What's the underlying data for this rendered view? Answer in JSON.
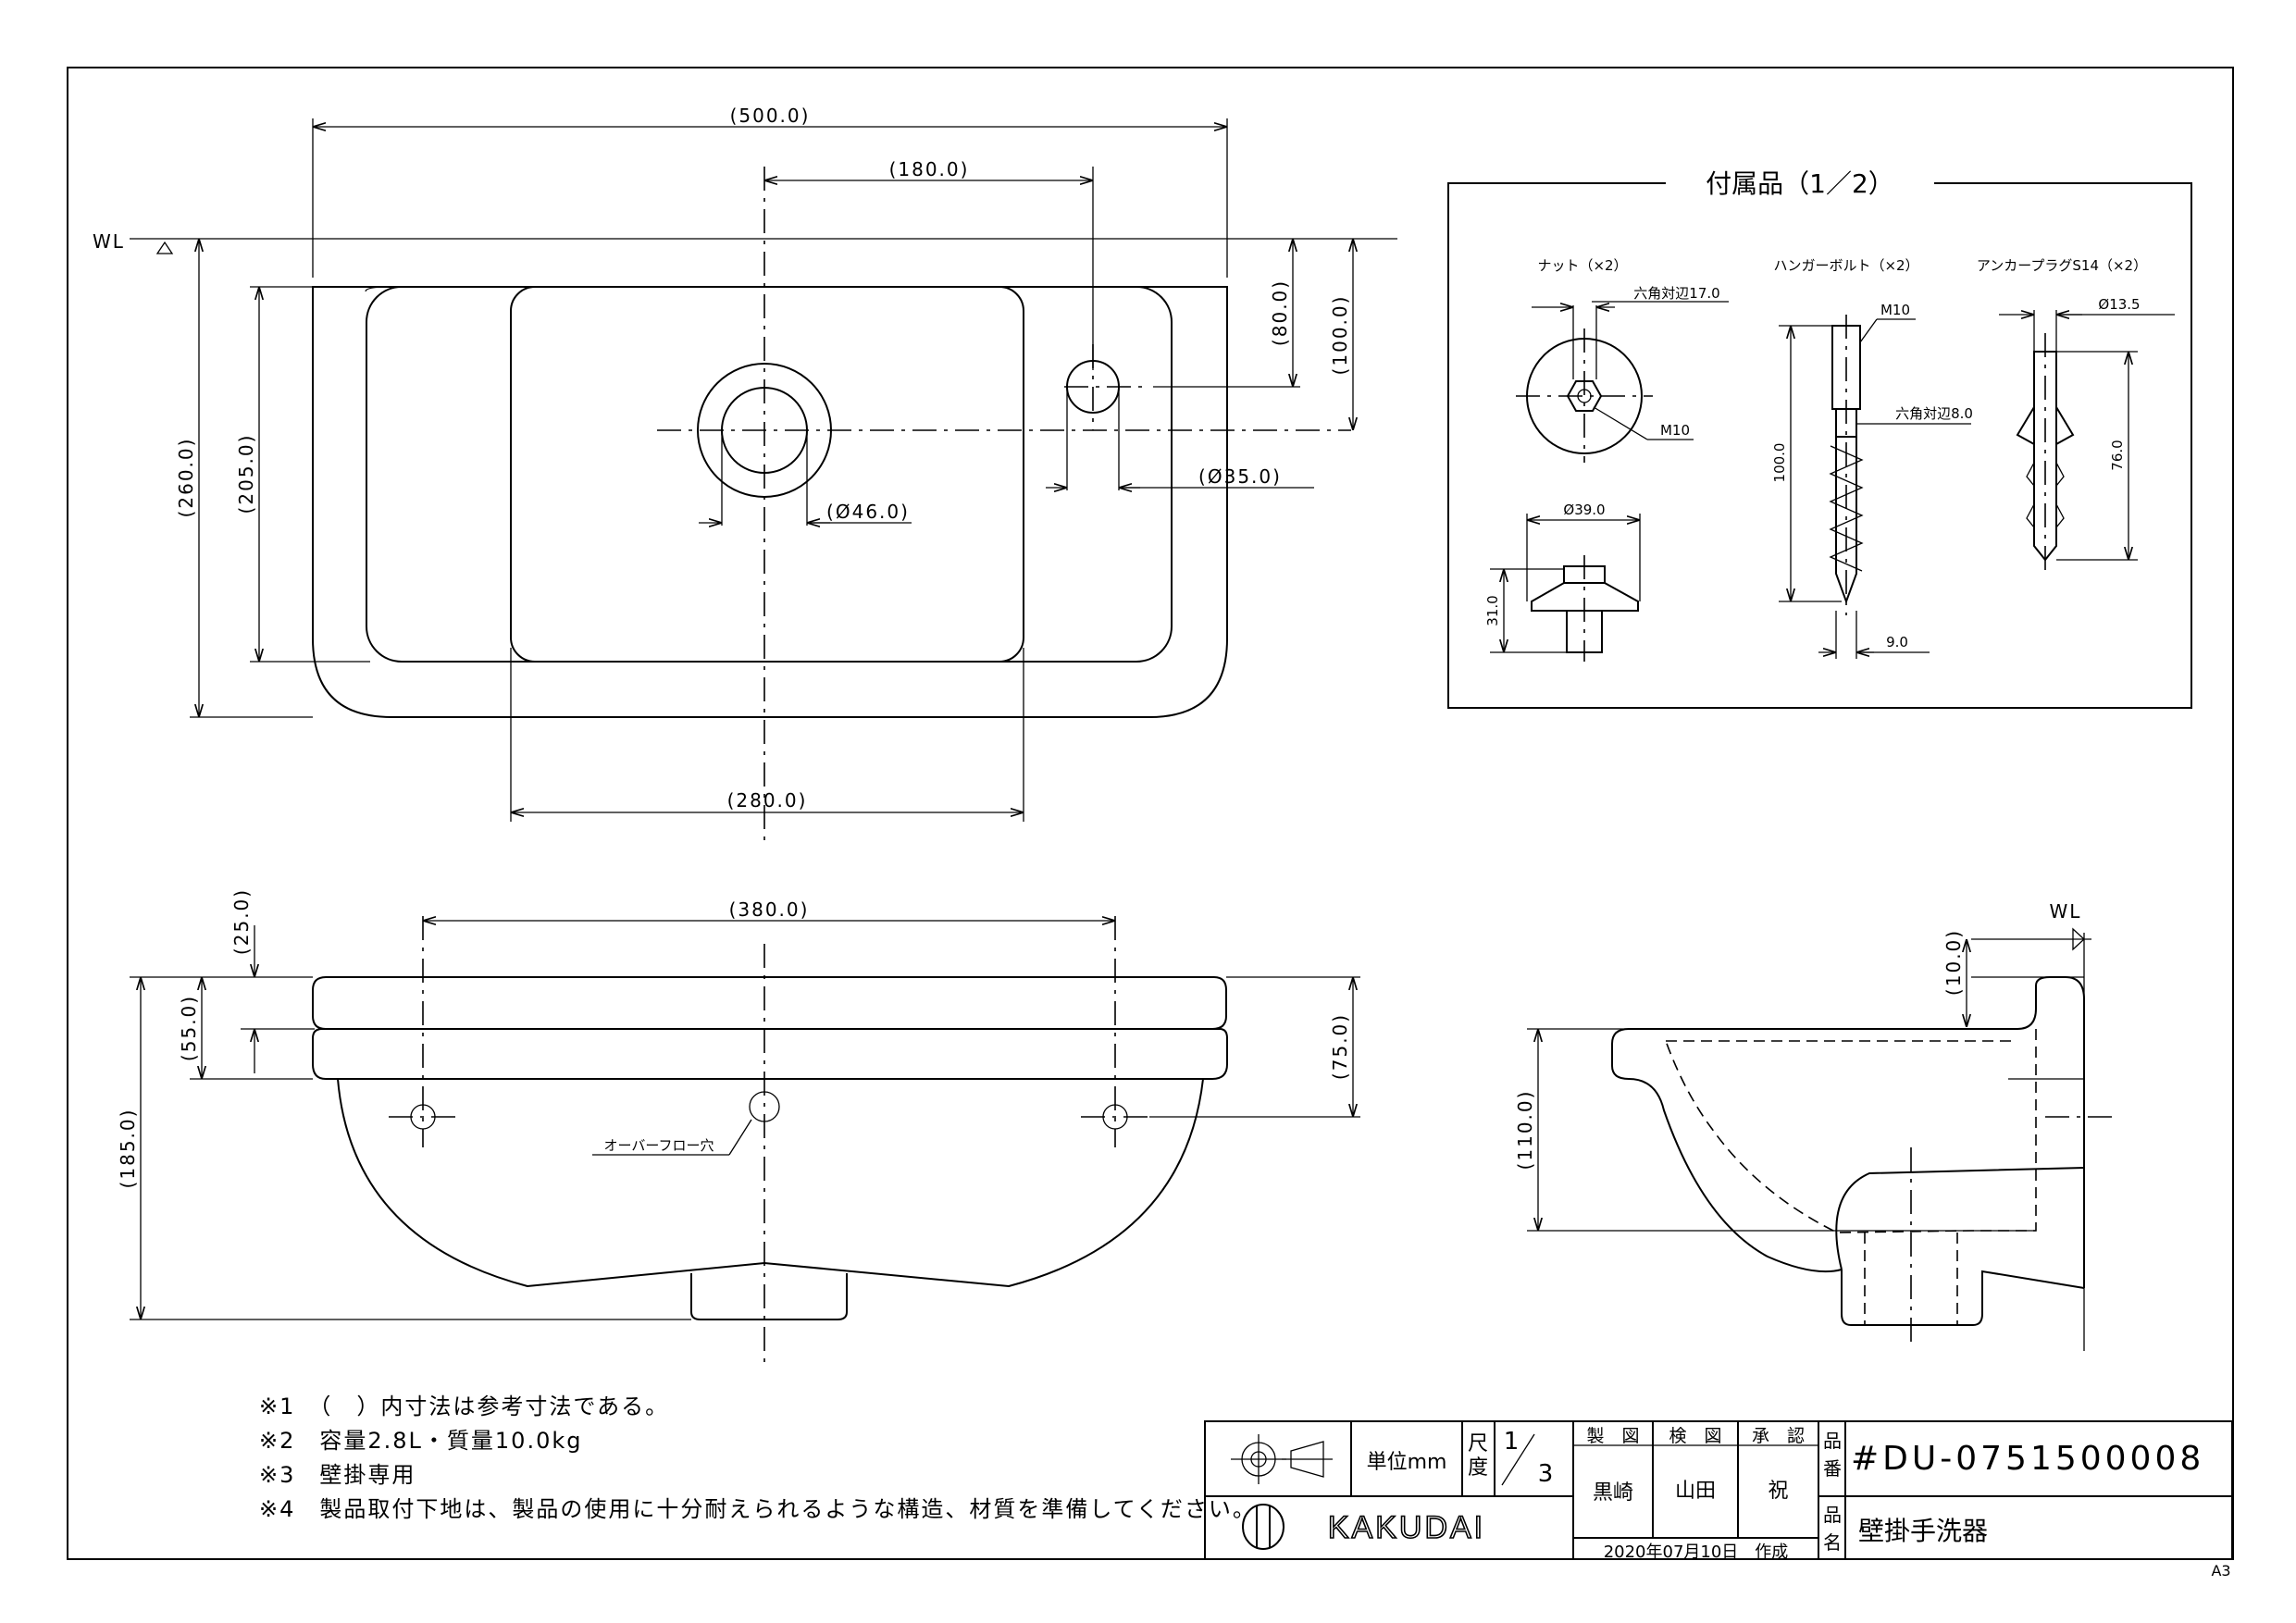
{
  "drawing": {
    "top_view": {
      "wl": "WL",
      "dim_total_width": "(500.0)",
      "dim_drain_to_tap": "(180.0)",
      "dim_tap_from_top": "(80.0)",
      "dim_drain_from_top": "(100.0)",
      "dim_total_depth": "(260.0)",
      "dim_bowl_depth": "(205.0)",
      "dim_tap_hole": "(Ø35.0)",
      "dim_drain_hole": "(Ø46.0)",
      "dim_bowl_width": "(280.0)"
    },
    "front_view": {
      "dim_hole_pitch": "(380.0)",
      "dim_rim_thickness": "(25.0)",
      "dim_hole_height": "(55.0)",
      "dim_hole_to_top": "(75.0)",
      "dim_total_height": "(185.0)",
      "overflow_label": "オーバーフロー穴"
    },
    "side_view": {
      "wl": "WL",
      "dim_top_offset": "(10.0)",
      "dim_bowl_height": "(110.0)"
    }
  },
  "accessories": {
    "title": "付属品（1／2）",
    "nut": {
      "label": "ナット（×2）",
      "across_flats": "六角対辺17.0",
      "thread": "M10",
      "diameter": "Ø39.0",
      "height": "31.0"
    },
    "hanger_bolt": {
      "label": "ハンガーボルト（×2）",
      "thread": "M10",
      "hex": "六角対辺8.0",
      "length": "100.0",
      "diameter": "9.0"
    },
    "anchor_plug": {
      "label": "アンカープラグS14（×2）",
      "diameter": "Ø13.5",
      "length": "76.0"
    }
  },
  "notes": [
    "※1　（　）内寸法は参考寸法である。",
    "※2　容量2.8L・質量10.0kg",
    "※3　壁掛専用",
    "※4　製品取付下地は、製品の使用に十分耐えられるような構造、材質を準備してください。"
  ],
  "title_block": {
    "unit": "単位mm",
    "scale_label": "尺度",
    "scale_num": "1",
    "scale_den": "3",
    "made": "製　図",
    "checked": "検　図",
    "approved": "承　認",
    "maker": "黒崎",
    "checker": "山田",
    "approver": "祝",
    "part_no_label": "品番",
    "part_no": "#DU-0751500008",
    "name_label": "品名",
    "name": "壁掛手洗器",
    "company": "KAKUDAI",
    "date": "2020年07月10日　作成"
  },
  "sheet_size": "A3"
}
